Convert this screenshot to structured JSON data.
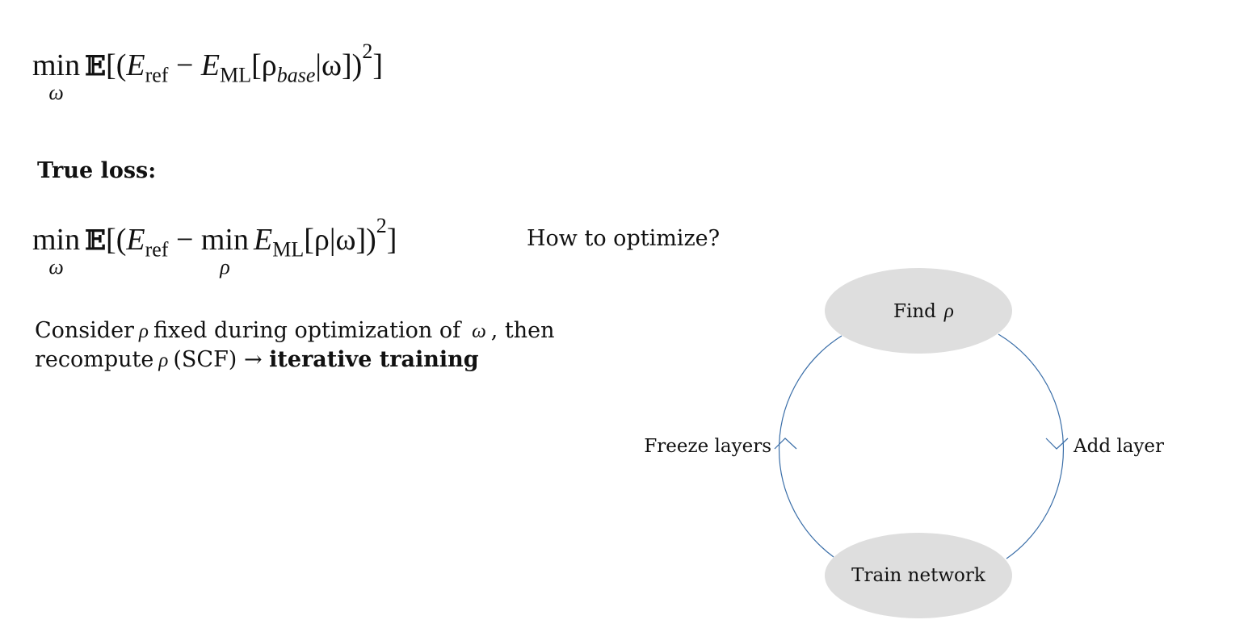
{
  "equations": {
    "base_loss": {
      "op": "min",
      "op_sub": "ω",
      "expectation": "𝔼",
      "open": "[(",
      "E_ref": "E",
      "ref_sub": "ref",
      "minus": "−",
      "E_ML": "E",
      "ml_sub": "ML",
      "arg": "[ρ",
      "arg_sub": "base",
      "cond": "|ω])",
      "exp": "2",
      "close": "]"
    },
    "true_loss": {
      "op": "min",
      "op_sub": "ω",
      "expectation": "𝔼",
      "open": "[(",
      "E_ref": "E",
      "ref_sub": "ref",
      "minus": "−",
      "inner_op": "min",
      "inner_sub": "ρ",
      "E_ML": "E",
      "ml_sub": "ML",
      "arg": "[ρ|ω])",
      "exp": "2",
      "close": "]"
    }
  },
  "labels": {
    "true_loss_heading": "True loss:",
    "how_to_optimize": "How to optimize?"
  },
  "consider": {
    "part1": "Consider",
    "rho1": "ρ",
    "part2": "fixed during optimization of",
    "omega": "ω",
    "part3": ", then",
    "part4": "recompute",
    "rho2": "ρ",
    "part5": "(SCF)",
    "arrow": "→",
    "bold": "iterative training"
  },
  "diagram": {
    "top_node": "Find",
    "top_node_sym": "ρ",
    "bottom_node": "Train network",
    "left_edge": "Freeze layers",
    "right_edge": "Add layer",
    "node_fill": "#dedede",
    "edge_color": "#3a6ea8"
  }
}
